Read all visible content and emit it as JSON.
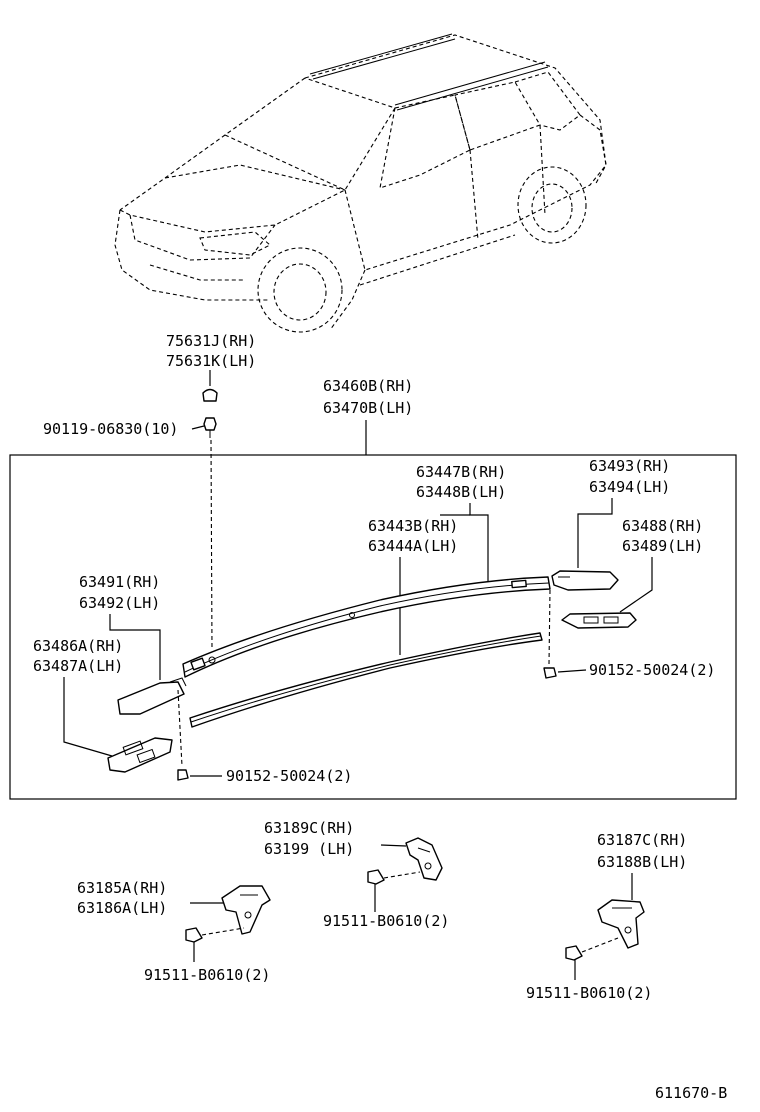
{
  "labels": {
    "clip_top_rh": "75631J(RH)",
    "clip_top_lh": "75631K(LH)",
    "clip_screw": "90119-06830(10)",
    "rail_assy_rh": "63460B(RH)",
    "rail_assy_lh": "63470B(LH)",
    "rail_rh": "63447B(RH)",
    "rail_lh": "63448B(LH)",
    "rail_cover_rh": "63443B(RH)",
    "rail_cover_lh": "63444A(LH)",
    "rear_cap_rh": "63493(RH)",
    "rear_cap_lh": "63494(LH)",
    "rear_base_rh": "63488(RH)",
    "rear_base_lh": "63489(LH)",
    "rear_screw": "90152-50024(2)",
    "front_cap_rh": "63491(RH)",
    "front_cap_lh": "63492(LH)",
    "front_base_rh": "63486A(RH)",
    "front_base_lh": "63487A(LH)",
    "front_screw": "90152-50024(2)",
    "bracket_mid_rh": "63189C(RH)",
    "bracket_mid_lh": "63199  (LH)",
    "bracket_mid_bolt": "91511-B0610(2)",
    "bracket_left_rh": "63185A(RH)",
    "bracket_left_lh": "63186A(LH)",
    "bracket_left_bolt": "91511-B0610(2)",
    "bracket_right_rh": "63187C(RH)",
    "bracket_right_lh": "63188B(LH)",
    "bracket_right_bolt": "91511-B0610(2)",
    "diagram_code": "611670-B"
  }
}
